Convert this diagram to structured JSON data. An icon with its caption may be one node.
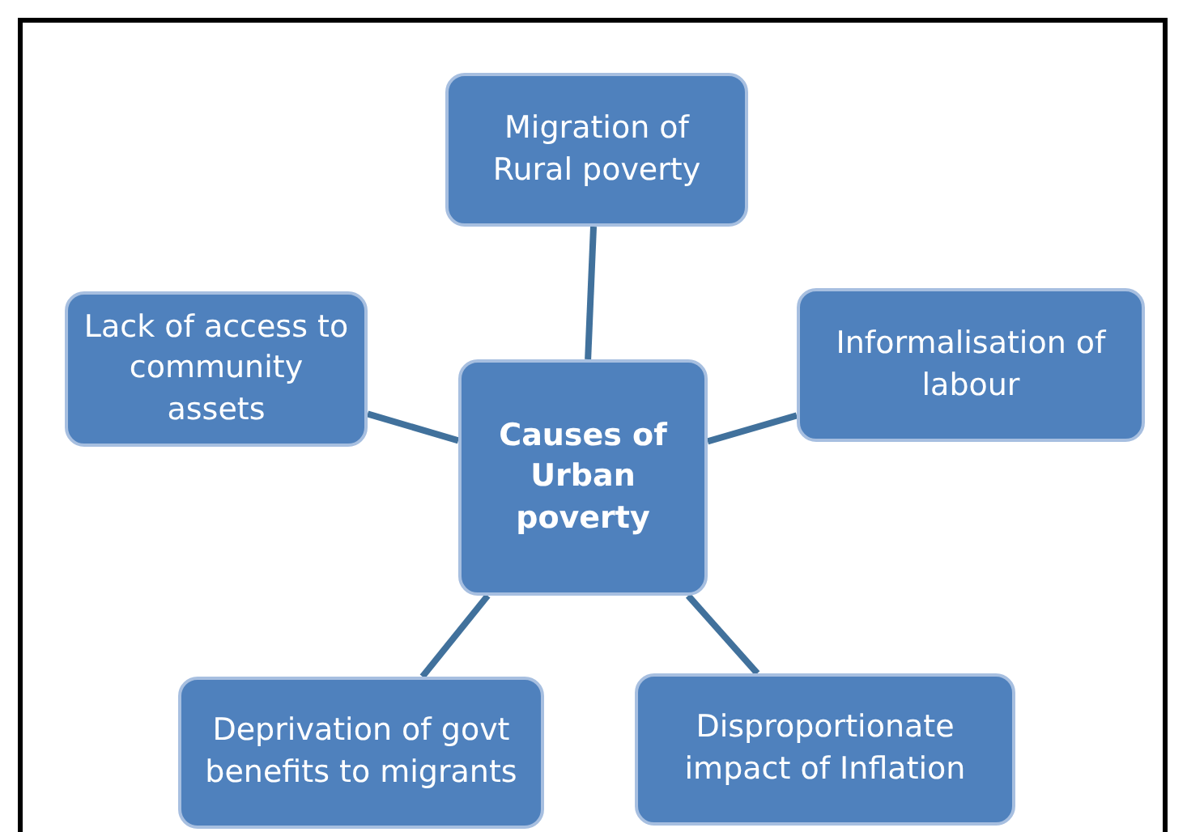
{
  "diagram": {
    "nodes": [
      {
        "text": [
          "Causes of Urban poverty"
        ]
      },
      {
        "text": [
          "Migration of Rural poverty"
        ]
      },
      {
        "text": [
          "Lack of access to community assets"
        ]
      },
      {
        "text": [
          "Informalisation of labour"
        ]
      },
      {
        "text": [
          "Deprivation of govt benefits to migrants"
        ]
      },
      {
        "text": [
          "Disproportionate impact of Inflation"
        ]
      }
    ],
    "edges": [
      {
        "from": 0,
        "to": 1,
        "arrow": "none"
      },
      {
        "from": 0,
        "to": 2,
        "arrow": "none"
      },
      {
        "from": 0,
        "to": 3,
        "arrow": "none"
      },
      {
        "from": 0,
        "to": 4,
        "arrow": "none"
      },
      {
        "from": 0,
        "to": 5,
        "arrow": "none"
      }
    ]
  }
}
